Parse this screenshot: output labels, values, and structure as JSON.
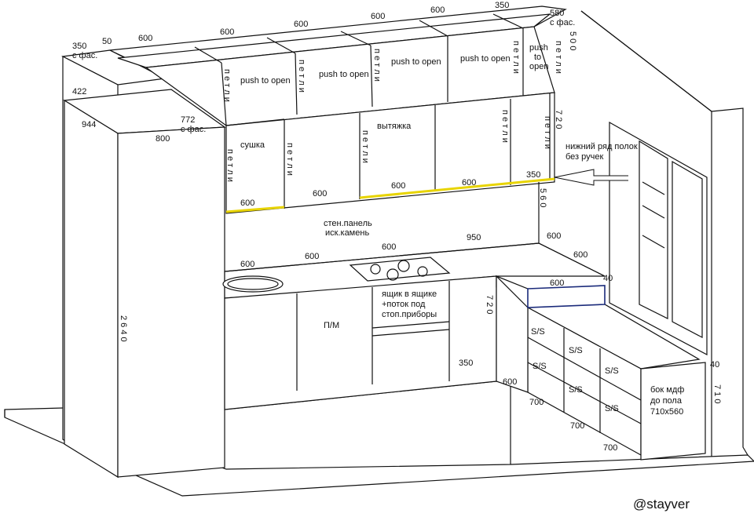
{
  "colors": {
    "line": "#111111",
    "highlight": "#e8d400",
    "background": "#ffffff"
  },
  "watermark": "@stayver",
  "top_dims": {
    "d350": "350",
    "s_fas_1": "с фас.",
    "d50": "50",
    "d600_a": "600",
    "d600_b": "600",
    "d600_c": "600",
    "d600_d": "600",
    "d600_e": "600",
    "d350_top": "350",
    "d580": "580",
    "s_fas_2": "с фас."
  },
  "upper_fronts": {
    "push1": "push to open",
    "push2": "push to open",
    "push3": "push to open",
    "push4": "push to open",
    "push5_a": "push",
    "push5_b": "to",
    "push5_c": "open"
  },
  "middle_fronts": {
    "sushka": "сушка",
    "vytyazhka": "вытяжка"
  },
  "vertical": {
    "petli": "п е т л и",
    "d500": "5 0 0",
    "d720": "7 2 0",
    "d560": "5 6 0",
    "d2640": "2 6 4 0",
    "d720_low": "7 2 0",
    "d710": "7 1 0"
  },
  "left_dims": {
    "d422": "422",
    "d944": "944",
    "d772": "772",
    "s_fas_3": "с фас.",
    "d800": "800"
  },
  "mid_dims": {
    "d600_m1": "600",
    "d600_m2": "600",
    "d600_m3": "600",
    "d600_m4": "600",
    "d350_mid": "350"
  },
  "notes": {
    "shelf_note_1": "нижний ряд полок",
    "shelf_note_2": "без ручек",
    "panel_1": "стен.панель",
    "panel_2": "иск.камень"
  },
  "counter_dims": {
    "d600_c1": "600",
    "d600_c2": "600",
    "d600_c3": "600",
    "d950": "950",
    "d600_r1": "600",
    "d600_r2": "600",
    "d600_r3": "600",
    "d40_a": "40"
  },
  "lower_fronts": {
    "pm": "П/М",
    "drawer_1": "ящик в ящике",
    "drawer_2": "+поток под",
    "drawer_3": "стоп.приборы",
    "d350_low": "350",
    "d600_low": "600",
    "ss": "S/S"
  },
  "side_panel": {
    "line1": "бок мдф",
    "line2": "до пола",
    "line3": "710х560",
    "d40_b": "40"
  },
  "bottom_dims": {
    "d700_a": "700",
    "d700_b": "700",
    "d700_c": "700"
  }
}
